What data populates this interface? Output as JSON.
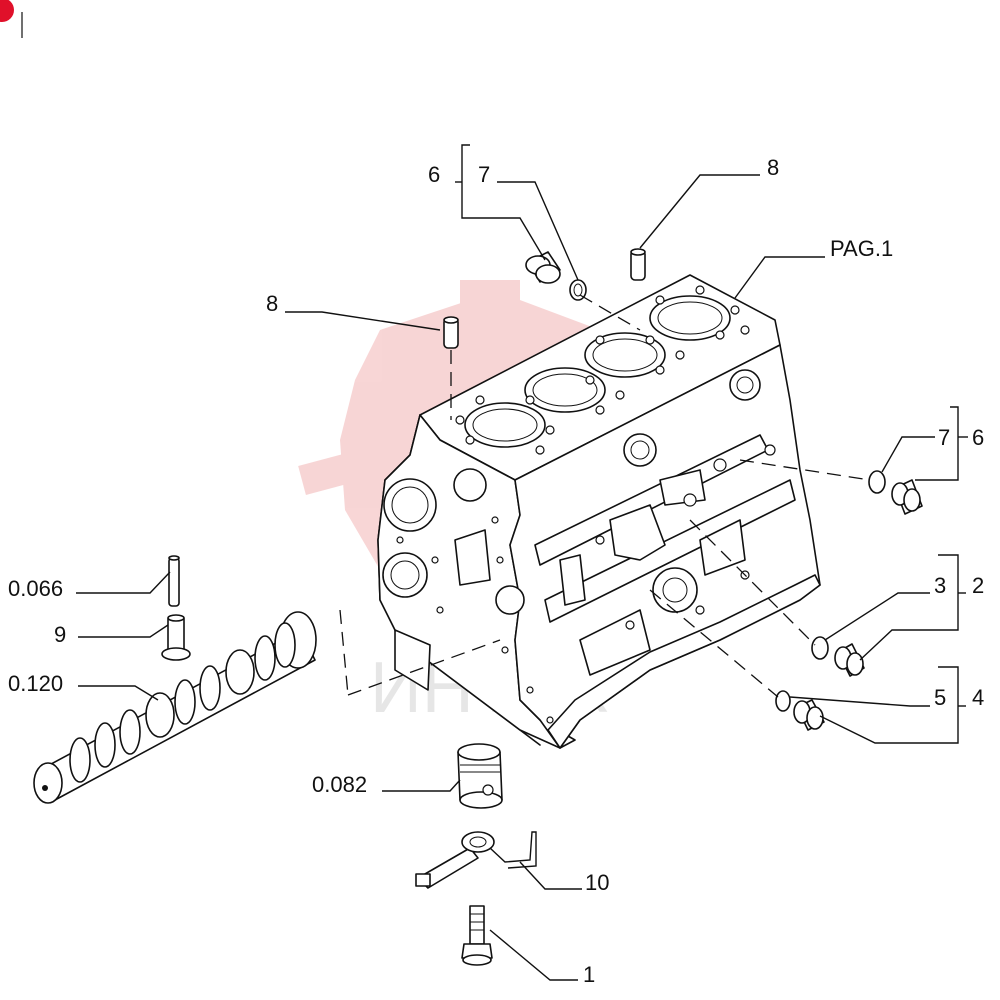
{
  "labels": {
    "l_pag1": "PAG.1",
    "l_6_top": "6",
    "l_7_top": "7",
    "l_8_topright": "8",
    "l_8_left": "8",
    "l_7_right": "7",
    "l_6_right": "6",
    "l_3": "3",
    "l_2": "2",
    "l_5": "5",
    "l_4": "4",
    "l_0066": "0.066",
    "l_9": "9",
    "l_0120": "0.120",
    "l_0082": "0.082",
    "l_10": "10",
    "l_1": "1"
  },
  "watermark": {
    "text": "ИНТЕК",
    "color": "#f2b4b4",
    "text_color": "#e6e6e6"
  },
  "corner_logo_color": "#e0102a"
}
